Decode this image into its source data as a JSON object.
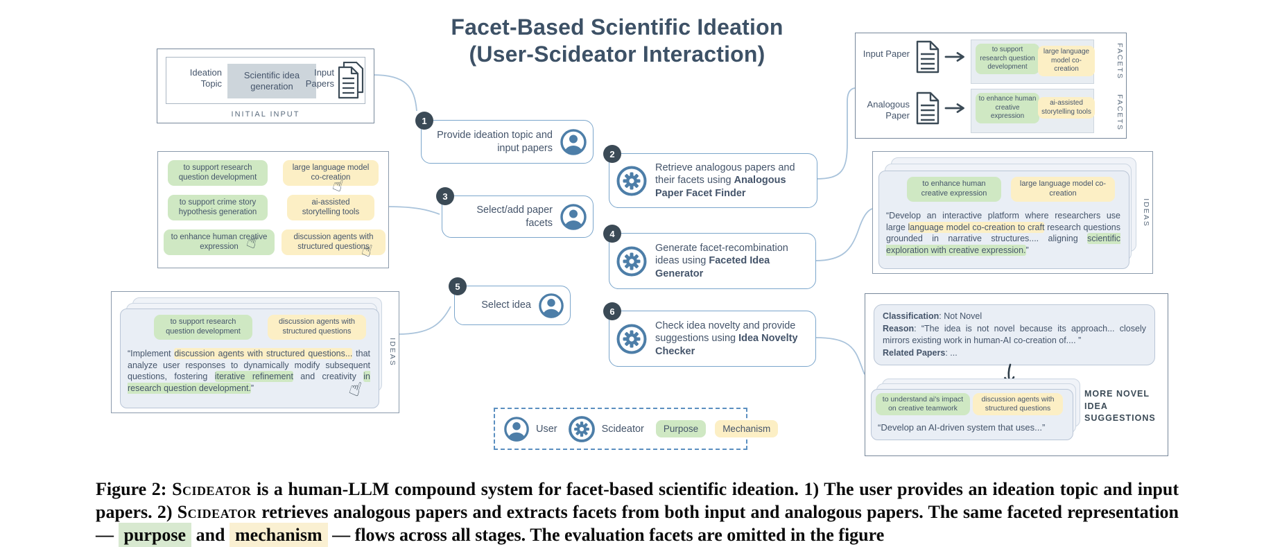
{
  "figure": {
    "title_line1": "Facet-Based Scientific Ideation",
    "title_line2": "(User-Scideator Interaction)"
  },
  "initial_input": {
    "caption": "INITIAL INPUT",
    "topic_label": "Ideation Topic",
    "topic_value": "Scientific idea generation",
    "papers_label": "Input Papers"
  },
  "facet_pool": {
    "pills": [
      {
        "text": "to support research question development",
        "type": "purpose"
      },
      {
        "text": "large language model co-creation",
        "type": "mechanism"
      },
      {
        "text": "to support crime story hypothesis generation",
        "type": "purpose"
      },
      {
        "text": "ai-assisted storytelling tools",
        "type": "mechanism"
      },
      {
        "text": "to enhance human creative expression",
        "type": "purpose"
      },
      {
        "text": "discussion agents with structured questions",
        "type": "mechanism"
      }
    ]
  },
  "steps": [
    {
      "num": "1",
      "actor": "user",
      "text": "Provide ideation topic and input papers"
    },
    {
      "num": "2",
      "actor": "scideator",
      "text": "Retrieve analogous papers and their facets using ",
      "tool": "Analogous Paper Facet Finder"
    },
    {
      "num": "3",
      "actor": "user",
      "text": "Select/add paper facets"
    },
    {
      "num": "4",
      "actor": "scideator",
      "text": "Generate facet-recombination ideas using ",
      "tool": "Faceted Idea Generator"
    },
    {
      "num": "5",
      "actor": "user",
      "text": "Select idea"
    },
    {
      "num": "6",
      "actor": "scideator",
      "text": "Check idea novelty and provide suggestions using ",
      "tool": "Idea Novelty Checker"
    }
  ],
  "paper_facets": {
    "side_label": "FACETS",
    "rows": [
      {
        "label": "Input Paper",
        "purpose": "to support research question development",
        "mechanism": "large language model co-creation"
      },
      {
        "label": "Analogous Paper",
        "purpose": "to enhance human creative expression",
        "mechanism": "ai-assisted storytelling tools"
      }
    ]
  },
  "ideas_left": {
    "side_label": "IDEAS",
    "purpose_tag": "to support research question development",
    "mechanism_tag": "discussion agents with structured questions",
    "quote": {
      "s0": "“Implement ",
      "s1": "discussion agents with structured questions...",
      "s2": " that analyze user responses to dynamically modify subsequent questions, fostering ",
      "s3": "iterative refinement",
      "s4": " and creativity ",
      "s5": "in research question development.",
      "s6": "”"
    }
  },
  "ideas_right": {
    "side_label": "IDEAS",
    "purpose_tag": "to enhance human creative expression",
    "mechanism_tag": "large language model co-creation",
    "quote": {
      "s0": "“Develop an interactive platform where researchers use large ",
      "s1": "language model co-creation to craft",
      "s2": " research questions grounded in narrative structures.... aligning ",
      "s3": "scientific exploration with creative expression.",
      "s4": "”"
    }
  },
  "novelty": {
    "classification_label": "Classification",
    "classification_value": ": Not Novel",
    "reason_label": "Reason",
    "reason_value": ": “The idea is not novel because its approach... closely mirrors existing work in human-AI co-creation of.... ”",
    "related_label": "Related Papers",
    "related_value": ": ...",
    "more_label": "MORE NOVEL IDEA SUGGESTIONS",
    "suggestion": {
      "purpose_tag": "to understand ai's impact on creative teamwork",
      "mechanism_tag": "discussion agents with structured questions",
      "quote": "“Develop an AI-driven system that uses...”"
    }
  },
  "legend": {
    "user_label": "User",
    "scideator_label": "Scideator",
    "purpose_label": "Purpose",
    "mechanism_label": "Mechanism"
  },
  "caption": {
    "s1": "Figure 2: ",
    "s2": "Scideator",
    "s3": " is a human-LLM compound system for facet-based scientific ideation. 1) The user provides an ideation topic and input papers. 2) ",
    "s4": "Scideator",
    "s5": " retrieves analogous papers and extracts facets from both input and analogous papers. The same faceted representation — ",
    "s6": "purpose",
    "s7": " and ",
    "s8": "mechanism",
    "s9": " — flows across all stages. The evaluation facets are omitted in the figure"
  },
  "colors": {
    "purpose_green": "#cfe8c3",
    "mechanism_yellow": "#fcefc5",
    "accent_blue": "#4d7ea8",
    "badge_dark": "#3b4a56",
    "text_slate": "#44546a"
  }
}
